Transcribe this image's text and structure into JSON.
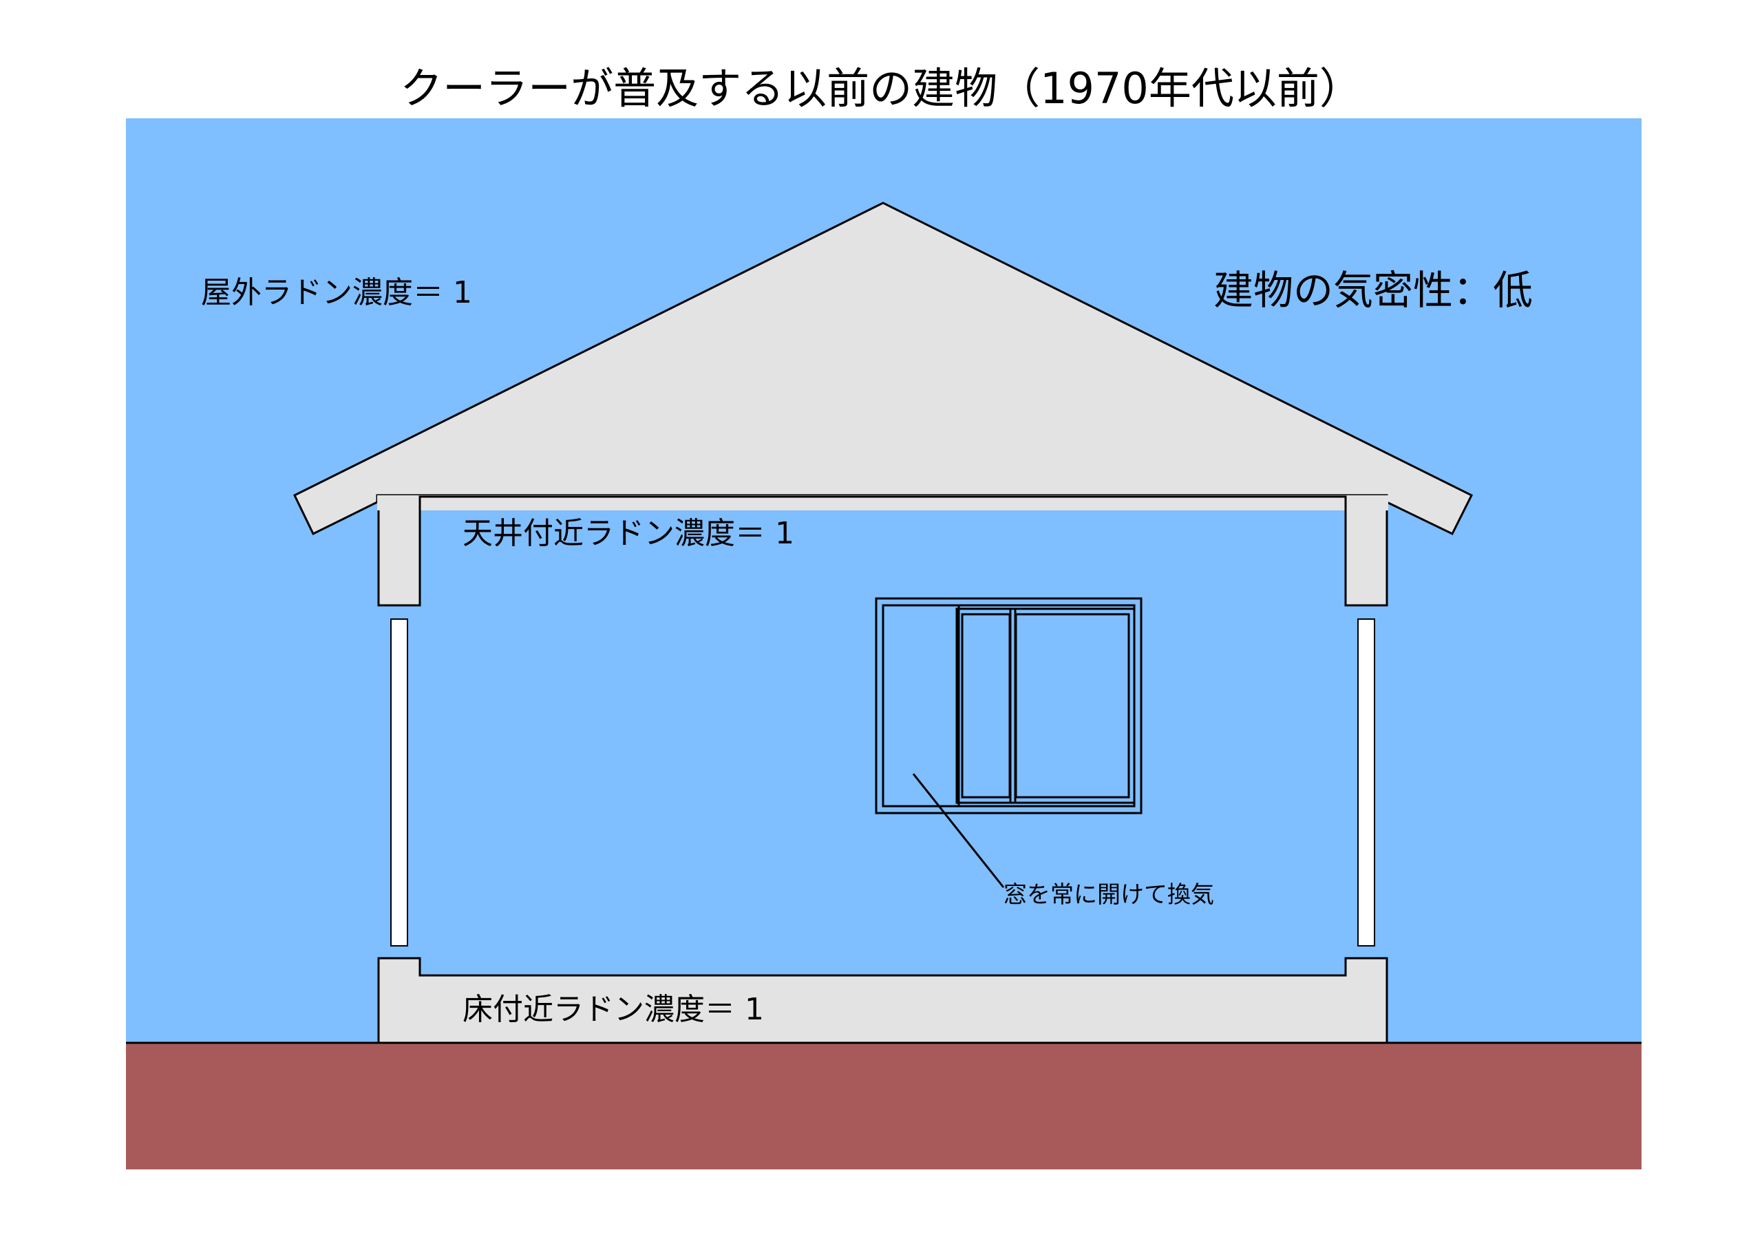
{
  "title": "クーラーが普及する以前の建物（1970年代以前）",
  "labels": {
    "outdoor_radon": "屋外ラドン濃度＝ 1",
    "airtightness": "建物の気密性：低",
    "ceiling_radon": "天井付近ラドン濃度＝ 1",
    "window_note": "窓を常に開けて換気",
    "floor_radon": "床付近ラドン濃度＝ 1"
  },
  "colors": {
    "sky": "#7fbeff",
    "ground": "#a85a5a",
    "building": "#e3e3e3",
    "outline": "#000000",
    "gap": "#ffffff"
  }
}
